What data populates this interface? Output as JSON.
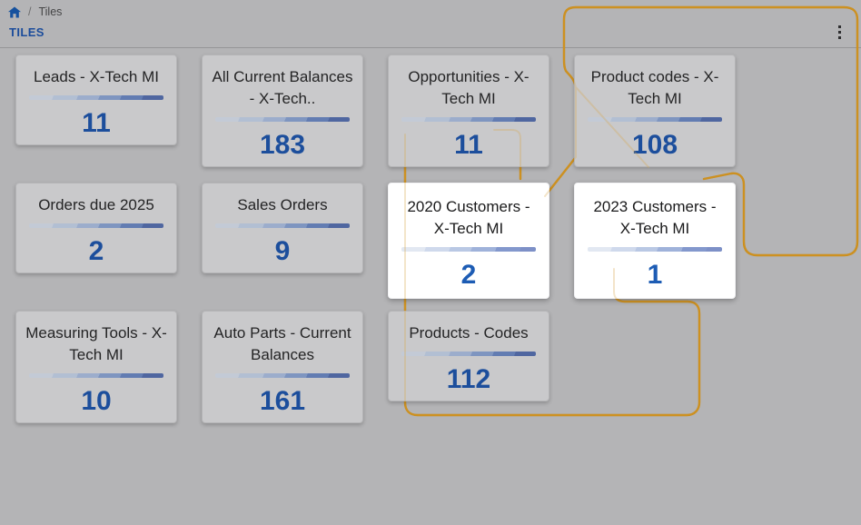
{
  "breadcrumb": {
    "home_icon": "home-icon",
    "separator": "/",
    "page": "Tiles"
  },
  "header": {
    "title": "TILES",
    "menu_icon": "kebab-menu"
  },
  "colors": {
    "page_background": "#b4b4b6",
    "accent_blue": "#1b4c9b",
    "number_blue": "#1d5cb4",
    "annotation_orange": "#c9870e"
  },
  "tiles": {
    "rows": [
      [
        {
          "title": "Leads - X-Tech MI",
          "value": "11",
          "highlighted": false
        },
        {
          "title": "All Current Balances - X-Tech..",
          "value": "183",
          "highlighted": false
        },
        {
          "title": "Opportunities - X-Tech MI",
          "value": "11",
          "highlighted": false
        },
        {
          "title": "Product codes - X-Tech MI",
          "value": "108",
          "highlighted": false
        }
      ],
      [
        {
          "title": "Orders due 2025",
          "value": "2",
          "highlighted": false
        },
        {
          "title": "Sales Orders",
          "value": "9",
          "highlighted": false
        },
        {
          "title": "2020 Customers - X-Tech MI",
          "value": "2",
          "highlighted": true
        },
        {
          "title": "2023 Customers - X-Tech MI",
          "value": "1",
          "highlighted": true
        }
      ],
      [
        {
          "title": "Measuring Tools - X-Tech MI",
          "value": "10",
          "highlighted": false
        },
        {
          "title": "Auto Parts - Current Balances",
          "value": "161",
          "highlighted": false
        },
        {
          "title": "Products - Codes",
          "value": "112",
          "highlighted": false
        }
      ]
    ]
  }
}
